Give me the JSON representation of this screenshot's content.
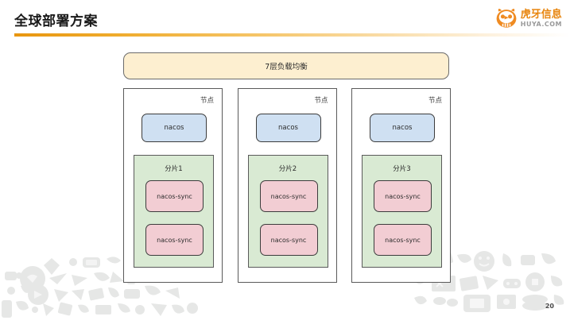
{
  "header": {
    "title": "全球部署方案",
    "logo": {
      "icon": "huya-tiger-face-icon",
      "cn_text": "虎牙信息",
      "en_text": "HUYA.COM",
      "brand_color": "#e8860f"
    },
    "rule_color": "#e8960f"
  },
  "diagram": {
    "load_balancer": {
      "label": "7层负载均衡",
      "fill": "#fdefd0",
      "border": "#6b6b6b"
    },
    "nodes": [
      {
        "caption": "节点",
        "nacos": {
          "label": "nacos",
          "fill": "#cfe0f2"
        },
        "shard": {
          "label": "分片1",
          "fill": "#d9ead3",
          "services": [
            {
              "label": "nacos-sync",
              "fill": "#f2cdd3"
            },
            {
              "label": "nacos-sync",
              "fill": "#f2cdd3"
            }
          ]
        }
      },
      {
        "caption": "节点",
        "nacos": {
          "label": "nacos",
          "fill": "#cfe0f2"
        },
        "shard": {
          "label": "分片2",
          "fill": "#d9ead3",
          "services": [
            {
              "label": "nacos-sync",
              "fill": "#f2cdd3"
            },
            {
              "label": "nacos-sync",
              "fill": "#f2cdd3"
            }
          ]
        }
      },
      {
        "caption": "节点",
        "nacos": {
          "label": "nacos",
          "fill": "#cfe0f2"
        },
        "shard": {
          "label": "分片3",
          "fill": "#d9ead3",
          "services": [
            {
              "label": "nacos-sync",
              "fill": "#f2cdd3"
            },
            {
              "label": "nacos-sync",
              "fill": "#f2cdd3"
            }
          ]
        }
      }
    ]
  },
  "footer": {
    "page_number": "20"
  },
  "decoration": {
    "left_cluster": "assorted-gadget-icons",
    "right_cluster": "assorted-gadget-icons",
    "color": "#e6e7e6"
  }
}
